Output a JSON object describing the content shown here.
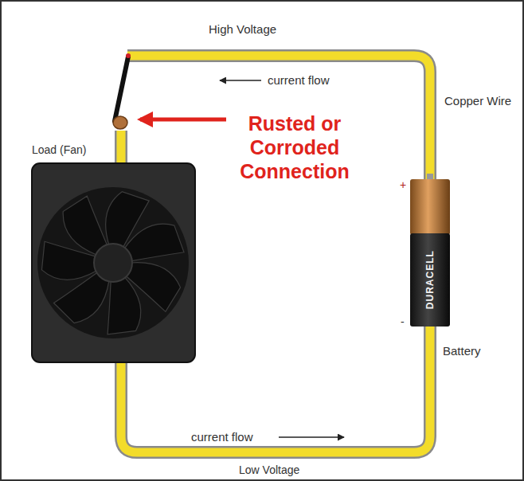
{
  "diagram": {
    "labels": [
      "High Voltage",
      "current flow",
      "Copper Wire",
      "Load (Fan)",
      "Rusted or Corroded Connection",
      "+",
      "DURACELL",
      "-",
      "Battery",
      "current flow",
      "Low Voltage"
    ]
  }
}
